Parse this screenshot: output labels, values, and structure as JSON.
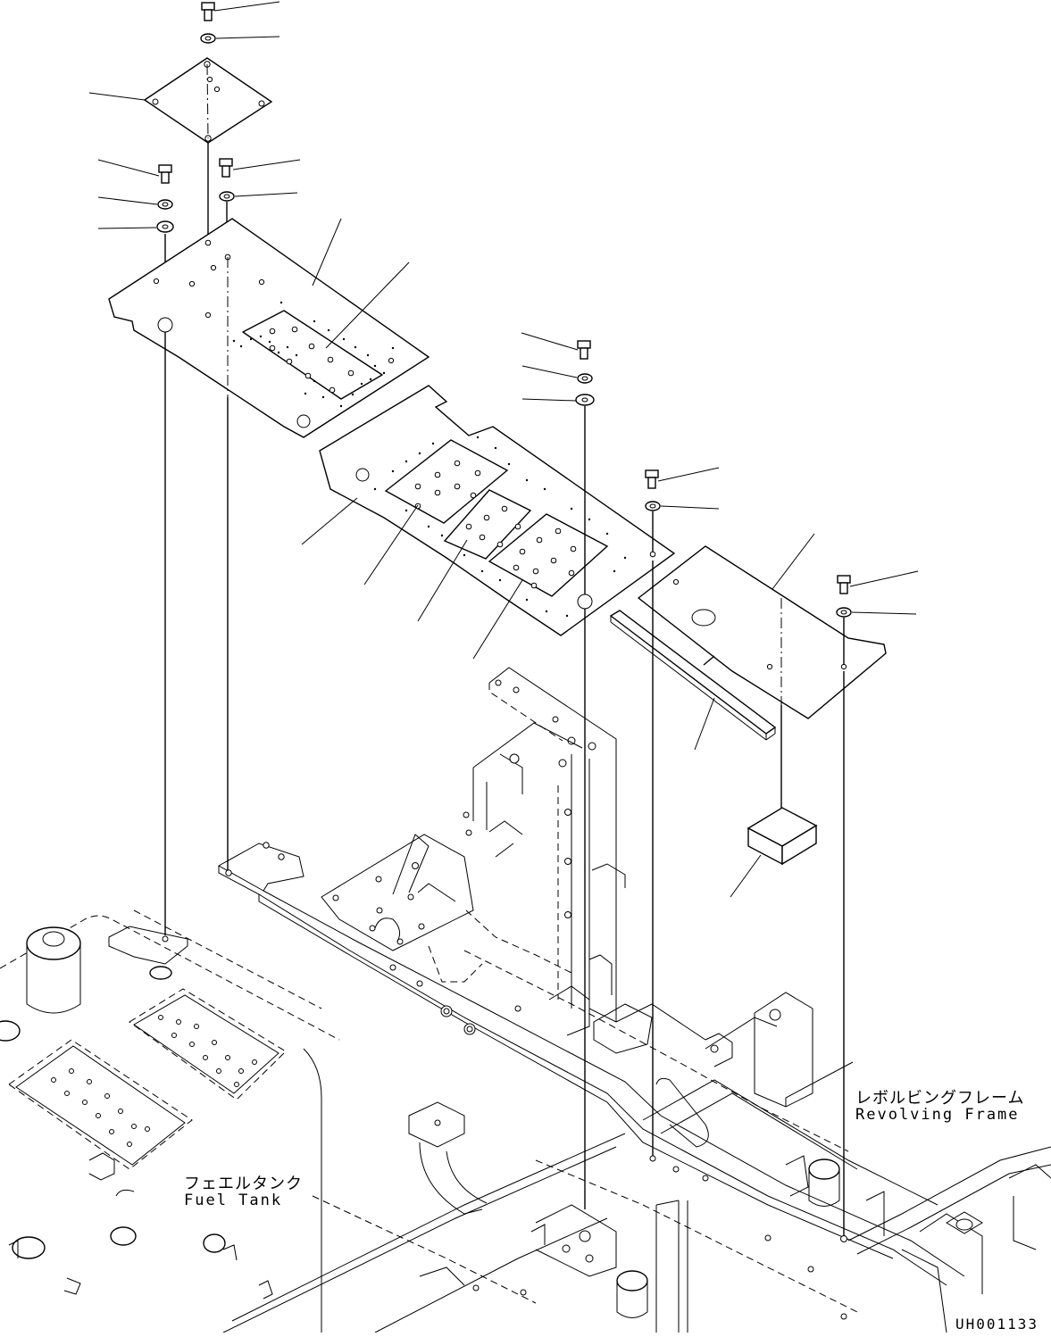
{
  "labels": {
    "revolving_frame_jp": "レボルビングフレーム",
    "revolving_frame_en": "Revolving Frame",
    "fuel_tank_jp": "フェエルタンク",
    "fuel_tank_en": "Fuel Tank"
  },
  "drawing_code": "UH001133",
  "colors": {
    "line": "#000000",
    "background": "#ffffff"
  }
}
